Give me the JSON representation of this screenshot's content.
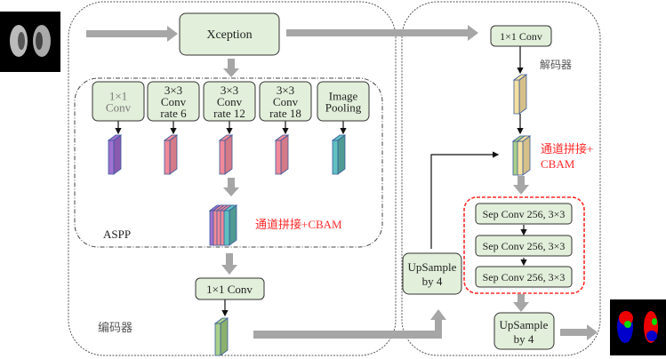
{
  "input_image": {
    "label": "lung-ct-input"
  },
  "output_image": {
    "label": "lung-segmentation-output"
  },
  "encoder": {
    "label": "编码器",
    "backbone": "Xception",
    "aspp": {
      "label": "ASPP",
      "branches": [
        {
          "lines": [
            "1×1",
            "Conv"
          ]
        },
        {
          "lines": [
            "3×3",
            "Conv",
            "rate 6"
          ]
        },
        {
          "lines": [
            "3×3",
            "Conv",
            "rate 12"
          ]
        },
        {
          "lines": [
            "3×3",
            "Conv",
            "rate 18"
          ]
        },
        {
          "lines": [
            "Image",
            "Pooling"
          ]
        }
      ],
      "concat_label": "通道拼接+CBAM"
    },
    "conv_1x1": "1×1 Conv"
  },
  "decoder": {
    "label": "解码器",
    "conv_1x1": "1×1 Conv",
    "concat_label_line1": "通道拼接+",
    "concat_label_line2": "CBAM",
    "sep_convs": [
      "Sep Conv 256, 3×3",
      "Sep Conv 256, 3×3",
      "Sep Conv 256, 3×3"
    ],
    "upsample_left": [
      "UpSample",
      "by 4"
    ],
    "upsample_bottom": [
      "UpSample",
      "by 4"
    ]
  },
  "colors": {
    "box_fill": "#e2efda",
    "arrow_grey": "#a6a6a6",
    "highlight_red": "#ff2a2a",
    "fm_purple": "#8a5ab0",
    "fm_pink": "#d47a88",
    "fm_teal": "#4f9a92",
    "fm_yellow": "#d6c08a",
    "fm_green": "#8bb06e"
  }
}
